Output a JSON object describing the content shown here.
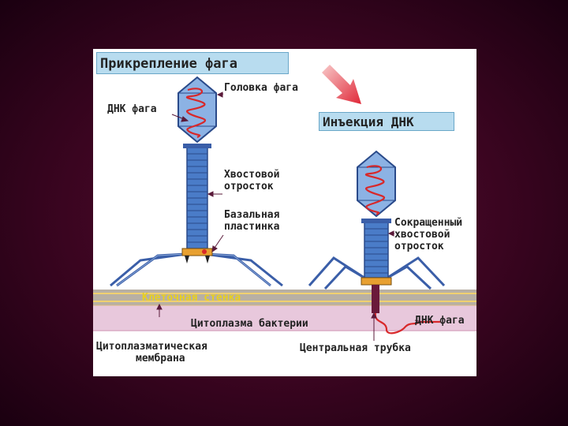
{
  "titles": {
    "attach": "Прикрепление фага",
    "inject": "Инъекция ДНК"
  },
  "labels": {
    "head": "Головка фага",
    "dna_left": "ДНК фага",
    "tail_1": "Хвостовой",
    "tail_2": "отросток",
    "base_1": "Базальная",
    "base_2": "пластинка",
    "contracted_1": "Сокращенный",
    "contracted_2": "хвостовой",
    "contracted_3": "отросток",
    "wall": "Клеточная стенка",
    "cytoplasm": "Цитоплазма бактерии",
    "dna_right": "ДНК фага",
    "membrane_1": "Цитоплазматическая",
    "membrane_2": "мембрана",
    "tube": "Центральная трубка"
  },
  "colors": {
    "background": "#3a0520",
    "title_fill": "#b8dcef",
    "capsid": "#5a86c8",
    "tail": "#4a7cc8",
    "dna": "#d8282a",
    "cell_wall": "#e6c870",
    "wall_text": "#e8d020",
    "cytoplasm": "#e8c8dc",
    "arrow": "#e02838"
  }
}
